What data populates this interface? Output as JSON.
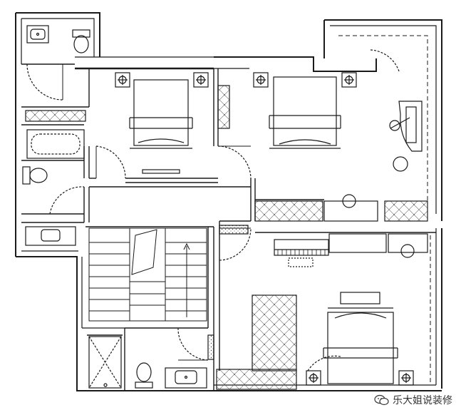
{
  "watermark": {
    "text": "乐大姐说装修",
    "icon": "wechat-icon"
  },
  "colors": {
    "line": "#1a1a1a",
    "background": "#ffffff",
    "hatch": "#555555"
  },
  "rooms": [
    {
      "id": "bathroom-top-left",
      "name": "bathroom"
    },
    {
      "id": "bedroom-1",
      "name": "bedroom"
    },
    {
      "id": "bedroom-2",
      "name": "bedroom"
    },
    {
      "id": "balcony",
      "name": "balcony"
    },
    {
      "id": "bathroom-left",
      "name": "bathroom"
    },
    {
      "id": "stair-hall",
      "name": "staircase"
    },
    {
      "id": "bathroom-bottom",
      "name": "bathroom"
    },
    {
      "id": "bedroom-3",
      "name": "bedroom"
    }
  ],
  "furniture": [
    "double-bed",
    "double-bed",
    "double-bed",
    "toilet",
    "toilet",
    "toilet",
    "bathtub",
    "shower",
    "shower",
    "sink-vanity",
    "sink-vanity",
    "sink-vanity",
    "piano",
    "desk",
    "desk",
    "armchair",
    "round-table",
    "wardrobe",
    "wardrobe",
    "wardrobe",
    "wardrobe"
  ]
}
